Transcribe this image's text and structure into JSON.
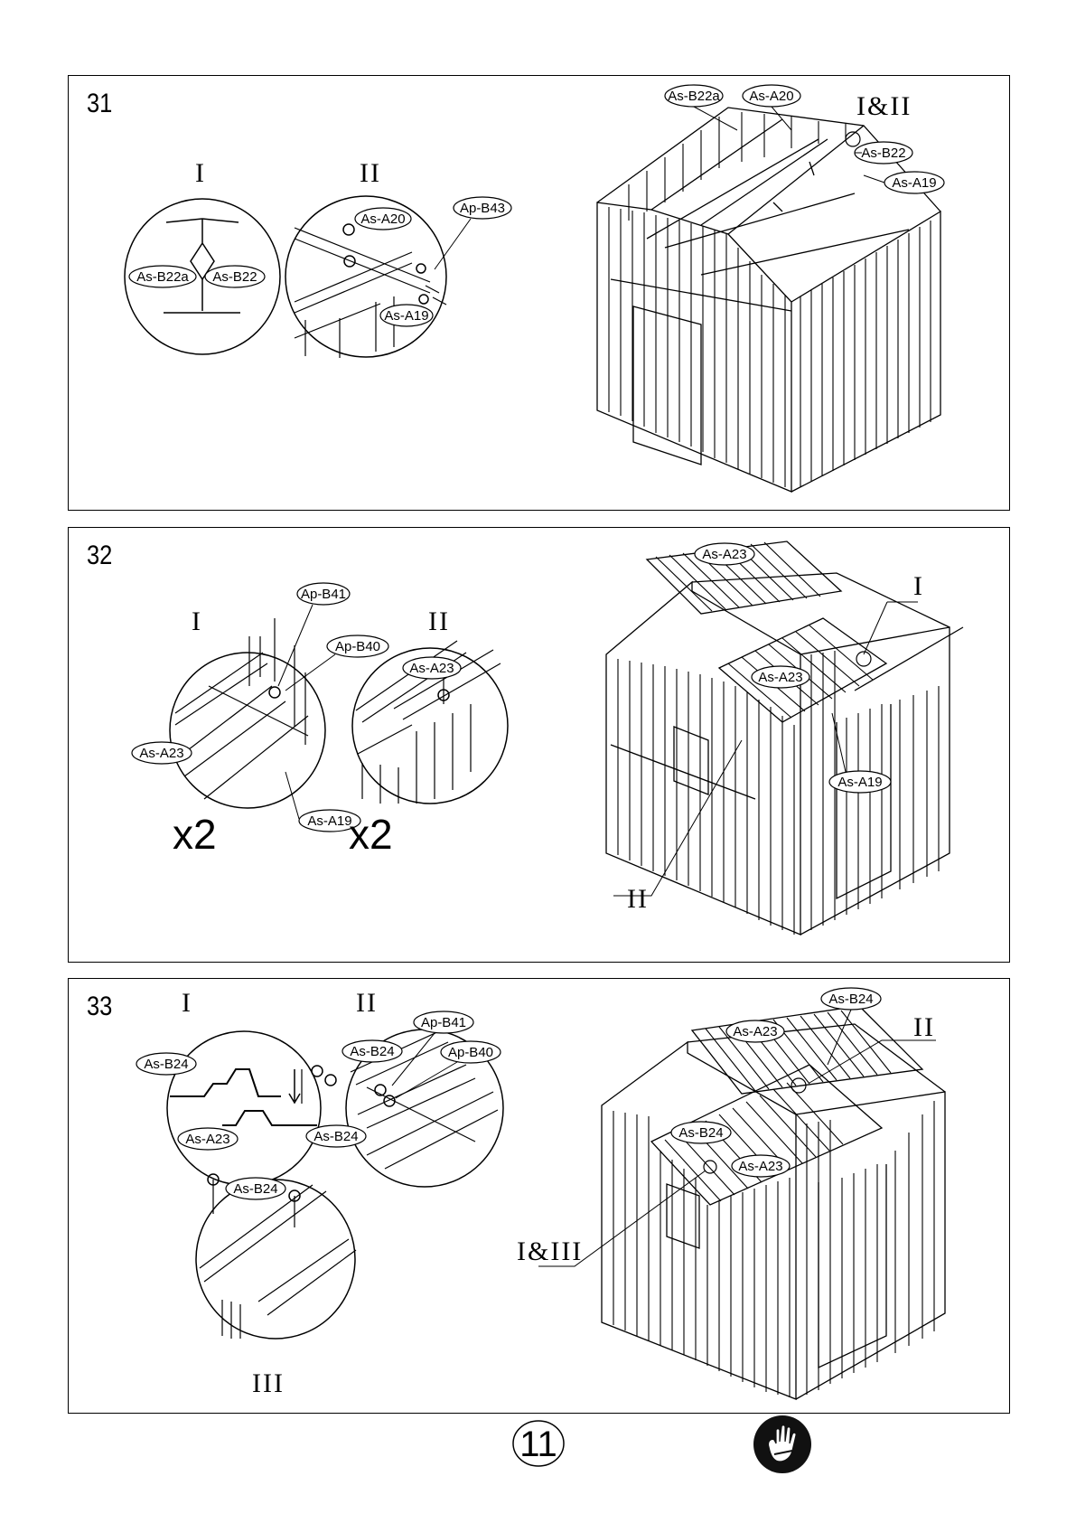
{
  "page": {
    "number": "11"
  },
  "steps": [
    {
      "number": "31",
      "details": {
        "i": "I",
        "ii": "II",
        "combo": "I&II"
      },
      "labels": {
        "b22a": "As-B22a",
        "b22": "As-B22",
        "a20": "As-A20",
        "b43": "Ap-B43",
        "a19": "As-A19"
      }
    },
    {
      "number": "32",
      "details": {
        "i": "I",
        "ii": "II"
      },
      "labels": {
        "b41": "Ap-B41",
        "b40": "Ap-B40",
        "a23": "As-A23",
        "a19": "As-A19"
      },
      "multipliers": {
        "left": "x2",
        "right": "x2"
      }
    },
    {
      "number": "33",
      "details": {
        "i": "I",
        "ii": "II",
        "iii": "III",
        "combo": "I&III"
      },
      "labels": {
        "b24": "As-B24",
        "a23": "As-A23",
        "b41": "Ap-B41",
        "b40": "Ap-B40"
      }
    }
  ],
  "icons": {
    "footer": "glove-icon"
  }
}
